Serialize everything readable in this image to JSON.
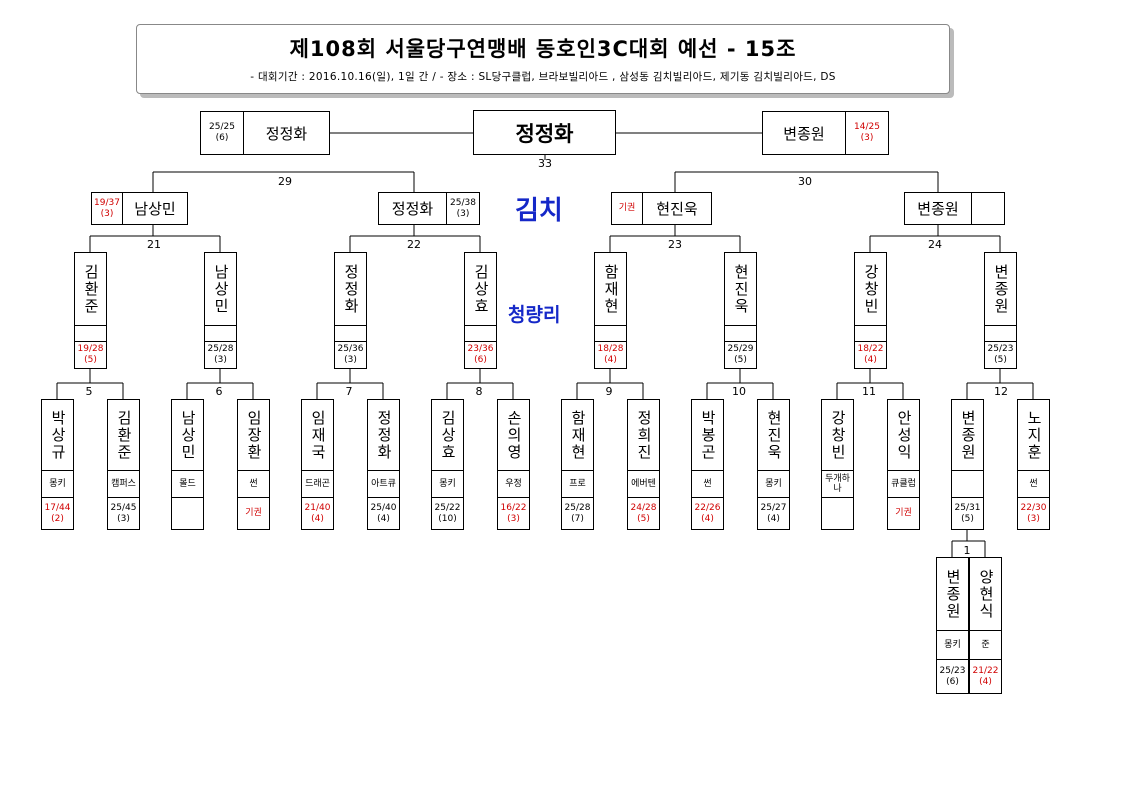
{
  "header": {
    "title": "제108회 서울당구연맹배 동호인3C대회 예선 - 15조",
    "subtitle": "- 대회기간 : 2016.10.16(일), 1일 간 / - 장소 : SL당구클럽, 브라보빌리아드 , 삼성동 김치빌리아드, 제기동 김치빌리아드, DS"
  },
  "venues": {
    "upper": "김치",
    "lower": "청량리"
  },
  "final": {
    "winner": "정정화",
    "match_no": "33",
    "left": {
      "name": "정정화",
      "score": "25/25",
      "inn": "(6)"
    },
    "right": {
      "name": "변종원",
      "score": "14/25",
      "inn": "(3)"
    }
  },
  "semis": [
    {
      "match_no": "29",
      "a": {
        "name": "남상민",
        "score": "19/37",
        "inn": "(3)"
      },
      "b": {
        "name": "정정화",
        "score": "25/38",
        "inn": "(3)"
      }
    },
    {
      "match_no": "30",
      "a": {
        "name": "현진욱",
        "note": "기권"
      },
      "b": {
        "name": "변종원"
      }
    }
  ],
  "round3": [
    {
      "match_no": "21",
      "a": {
        "name": "김환준",
        "score": "19/28",
        "inn": "(5)",
        "red": true
      },
      "b": {
        "name": "남상민",
        "score": "25/28",
        "inn": "(3)"
      }
    },
    {
      "match_no": "22",
      "a": {
        "name": "정정화",
        "score": "25/36",
        "inn": "(3)"
      },
      "b": {
        "name": "김상효",
        "score": "23/36",
        "inn": "(6)",
        "red": true
      }
    },
    {
      "match_no": "23",
      "a": {
        "name": "함재현",
        "score": "18/28",
        "inn": "(4)",
        "red": true
      },
      "b": {
        "name": "현진욱",
        "score": "25/29",
        "inn": "(5)"
      }
    },
    {
      "match_no": "24",
      "a": {
        "name": "강창빈",
        "score": "18/22",
        "inn": "(4)",
        "red": true
      },
      "b": {
        "name": "변종원",
        "score": "25/23",
        "inn": "(5)"
      }
    }
  ],
  "round2": [
    {
      "match_no": "5",
      "a": {
        "name": "박상규",
        "club": "몽키",
        "score": "17/44",
        "inn": "(2)",
        "red": true
      },
      "b": {
        "name": "김환준",
        "club": "캠퍼스",
        "score": "25/45",
        "inn": "(3)"
      }
    },
    {
      "match_no": "6",
      "a": {
        "name": "남상민",
        "club": "몰드"
      },
      "b": {
        "name": "임장환",
        "club": "썬",
        "note": "기권"
      }
    },
    {
      "match_no": "7",
      "a": {
        "name": "임재국",
        "club": "드래곤",
        "score": "21/40",
        "inn": "(4)",
        "red": true
      },
      "b": {
        "name": "정정화",
        "club": "아트큐",
        "score": "25/40",
        "inn": "(4)"
      }
    },
    {
      "match_no": "8",
      "a": {
        "name": "김상효",
        "club": "몽키",
        "score": "25/22",
        "inn": "(10)"
      },
      "b": {
        "name": "손의영",
        "club": "우정",
        "score": "16/22",
        "inn": "(3)",
        "red": true
      }
    },
    {
      "match_no": "9",
      "a": {
        "name": "함재현",
        "club": "프로",
        "score": "25/28",
        "inn": "(7)"
      },
      "b": {
        "name": "정희진",
        "club": "에버텐",
        "score": "24/28",
        "inn": "(5)",
        "red": true
      }
    },
    {
      "match_no": "10",
      "a": {
        "name": "박봉곤",
        "club": "썬",
        "score": "22/26",
        "inn": "(4)",
        "red": true
      },
      "b": {
        "name": "현진욱",
        "club": "몽키",
        "score": "25/27",
        "inn": "(4)"
      }
    },
    {
      "match_no": "11",
      "a": {
        "name": "강창빈",
        "club": "두개하나"
      },
      "b": {
        "name": "안성익",
        "club": "큐클럽",
        "note": "기권"
      }
    },
    {
      "match_no": "12",
      "a": {
        "name": "변종원",
        "club": "",
        "score": "25/31",
        "inn": "(5)"
      },
      "b": {
        "name": "노지훈",
        "club": "썬",
        "score": "22/30",
        "inn": "(3)",
        "red": true
      }
    }
  ],
  "round1": [
    {
      "match_no": "1",
      "a": {
        "name": "변종원",
        "club": "몽키",
        "score": "25/23",
        "inn": "(6)"
      },
      "b": {
        "name": "양현식",
        "club": "준",
        "score": "21/22",
        "inn": "(4)",
        "red": true
      }
    }
  ]
}
